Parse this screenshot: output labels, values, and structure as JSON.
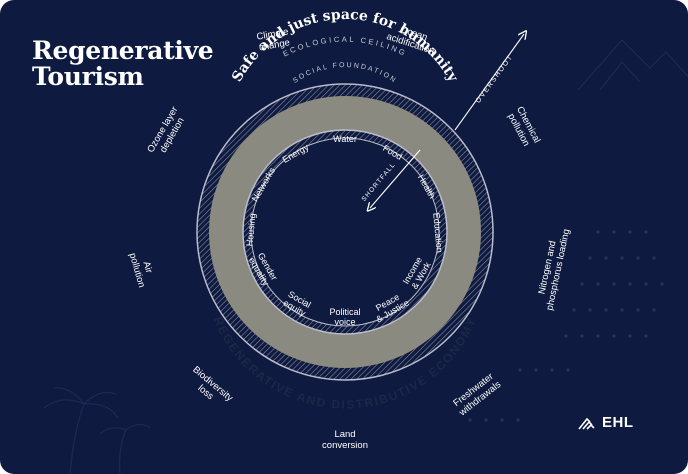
{
  "title": {
    "line1": "Regenerative",
    "line2": "Tourism"
  },
  "rings": {
    "ecological_ceiling": "ECOLOGICAL CEILING",
    "safe_space": "Safe and just space for humanity",
    "social_foundation": "SOCIAL FOUNDATION",
    "economy": "REGENERATIVE AND DISTRIBUTIVE ECONOMY",
    "overshoot": "OVERSHOOT",
    "shortfall": "SHORTFALL"
  },
  "ceiling": [
    {
      "l1": "Climate",
      "l2": "change"
    },
    {
      "l1": "Ocean",
      "l2": "acidification"
    },
    {
      "l1": "Chemical",
      "l2": "pollution"
    },
    {
      "l1": "Nitrogen and",
      "l2": "phosphorus loading"
    },
    {
      "l1": "Freshwater",
      "l2": "withdrawals"
    },
    {
      "l1": "Land",
      "l2": "conversion"
    },
    {
      "l1": "Biodiversity",
      "l2": "loss"
    },
    {
      "l1": "Air",
      "l2": "pollution"
    },
    {
      "l1": "Ozone layer",
      "l2": "depletion"
    }
  ],
  "foundation": [
    {
      "l1": "Water",
      "l2": ""
    },
    {
      "l1": "Food",
      "l2": ""
    },
    {
      "l1": "Health",
      "l2": ""
    },
    {
      "l1": "Education",
      "l2": ""
    },
    {
      "l1": "Income",
      "l2": "& Work"
    },
    {
      "l1": "Peace",
      "l2": "& Justice"
    },
    {
      "l1": "Political",
      "l2": "voice"
    },
    {
      "l1": "Social",
      "l2": "equity"
    },
    {
      "l1": "Gender",
      "l2": "equality"
    },
    {
      "l1": "Housing",
      "l2": ""
    },
    {
      "l1": "Networks",
      "l2": ""
    },
    {
      "l1": "Energy",
      "l2": ""
    }
  ],
  "logo": {
    "text": "EHL"
  },
  "colors": {
    "background": "#0e1a3f",
    "ring": "#8b8a80",
    "ring_text": "#1d2747",
    "text": "#ffffff"
  }
}
